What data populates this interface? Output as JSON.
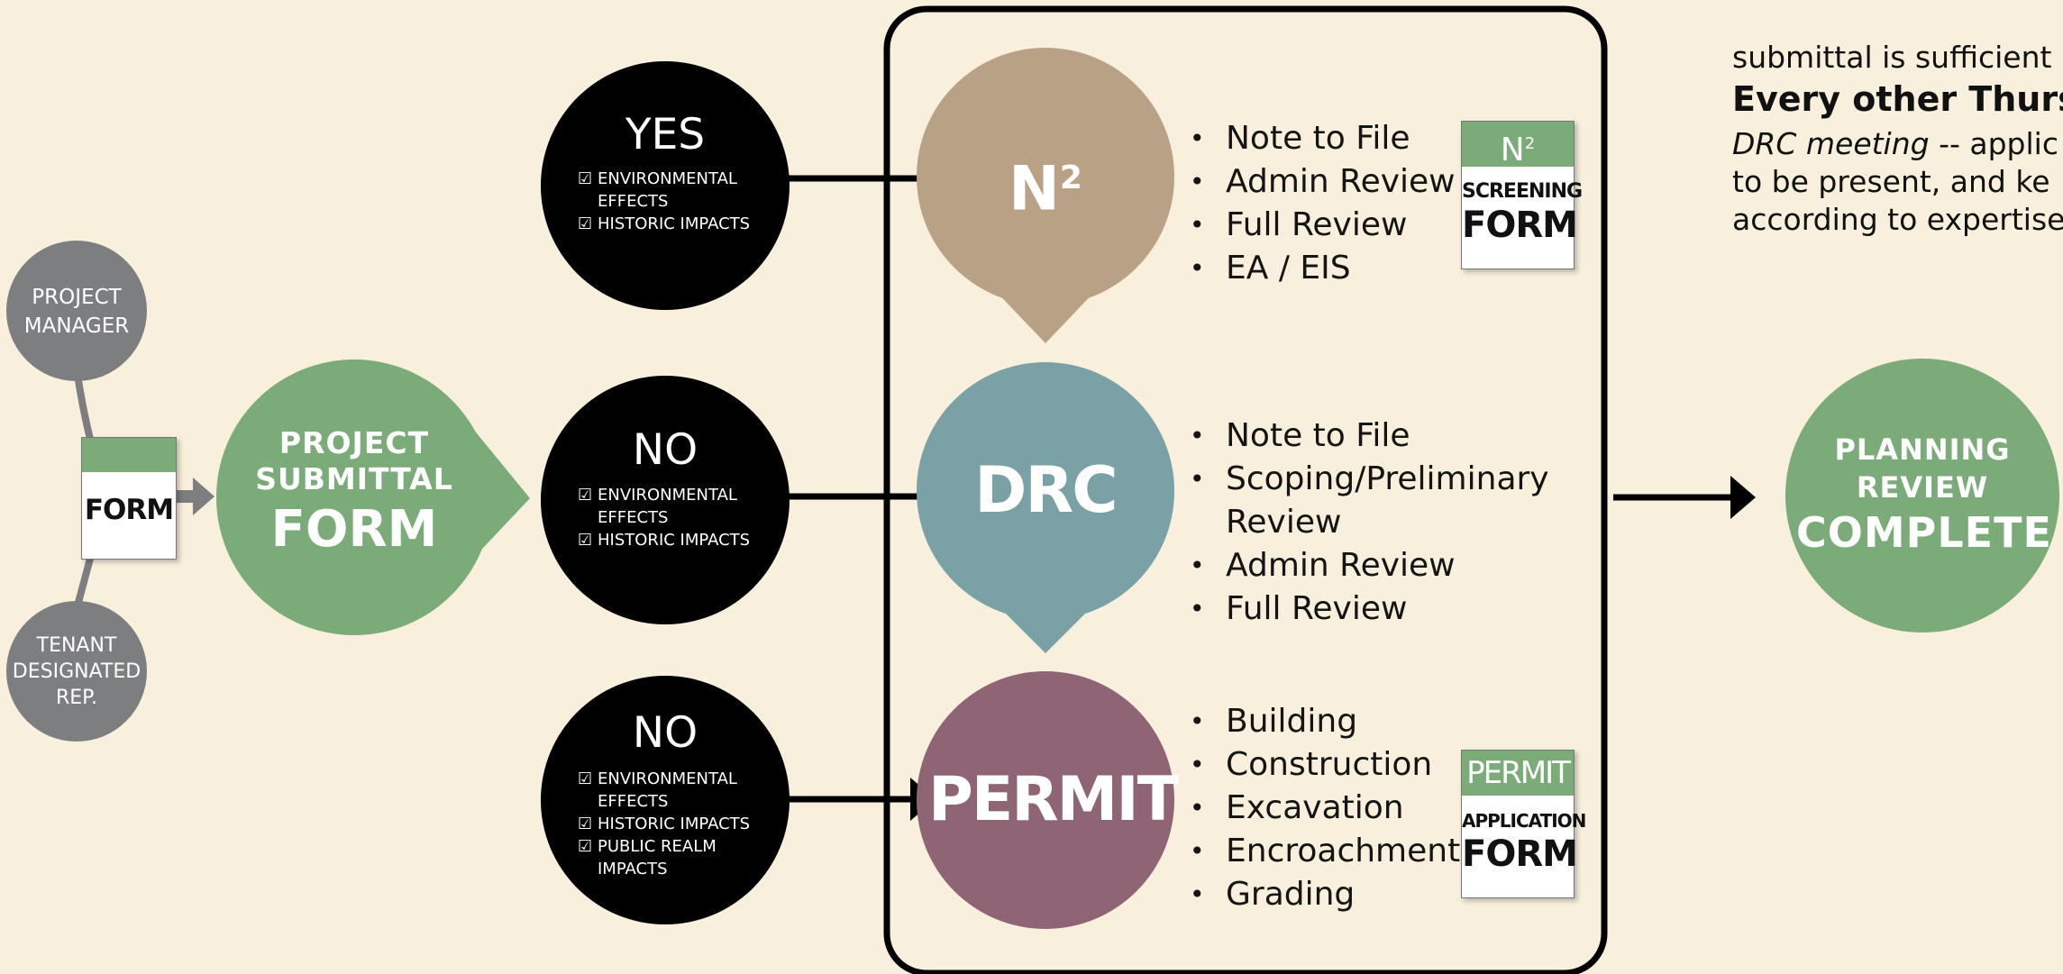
{
  "colors": {
    "background": "#f8efdc",
    "green": "#7aab78",
    "tan": "#b9a185",
    "teal": "#7aa1a6",
    "mauve": "#8f6475",
    "gray": "#7d7e80",
    "black": "#000000"
  },
  "people": {
    "manager": "PROJECT\nMANAGER",
    "tenant": "TENANT\nDESIGNATED\nREP."
  },
  "small_form": {
    "label": "FORM"
  },
  "submittal": {
    "line1": "PROJECT",
    "line2": "SUBMITTAL",
    "line3": "FORM"
  },
  "conditions": [
    {
      "title": "YES",
      "items": [
        "ENVIRONMENTAL\nEFFECTS",
        "HISTORIC IMPACTS"
      ]
    },
    {
      "title": "NO",
      "items": [
        "ENVIRONMENTAL\nEFFECTS",
        "HISTORIC IMPACTS"
      ]
    },
    {
      "title": "NO",
      "items": [
        "ENVIRONMENTAL\nEFFECTS",
        "HISTORIC IMPACTS",
        "PUBLIC REALM\nIMPACTS"
      ]
    }
  ],
  "checkbox_glyph": "☑",
  "paths": [
    {
      "label": "N",
      "superscript": "2",
      "bullets": [
        "Note to File",
        "Admin Review",
        "Full Review",
        "EA / EIS"
      ]
    },
    {
      "label": "DRC",
      "bullets": [
        "Note to File",
        "Scoping/Preliminary Review",
        "Admin Review",
        "Full Review"
      ]
    },
    {
      "label": "PERMIT",
      "bullets": [
        "Building",
        "Construction",
        "Excavation",
        "Encroachment",
        "Grading"
      ]
    }
  ],
  "screening_form": {
    "top": "N",
    "top_sup": "2",
    "sub": "SCREENING",
    "big": "FORM"
  },
  "permit_form": {
    "top": "PERMIT",
    "sub": "APPLICATION",
    "big": "FORM"
  },
  "complete": {
    "line1": "PLANNING",
    "line2": "REVIEW",
    "line3": "COMPLETE"
  },
  "notes": {
    "top_line": "submittal is sufficient",
    "heading": "Every other Thursd",
    "line1_em": "DRC meeting",
    "line1_rest": " -- applic",
    "line2": "to be present, and ke",
    "line3": "according to expertise"
  }
}
